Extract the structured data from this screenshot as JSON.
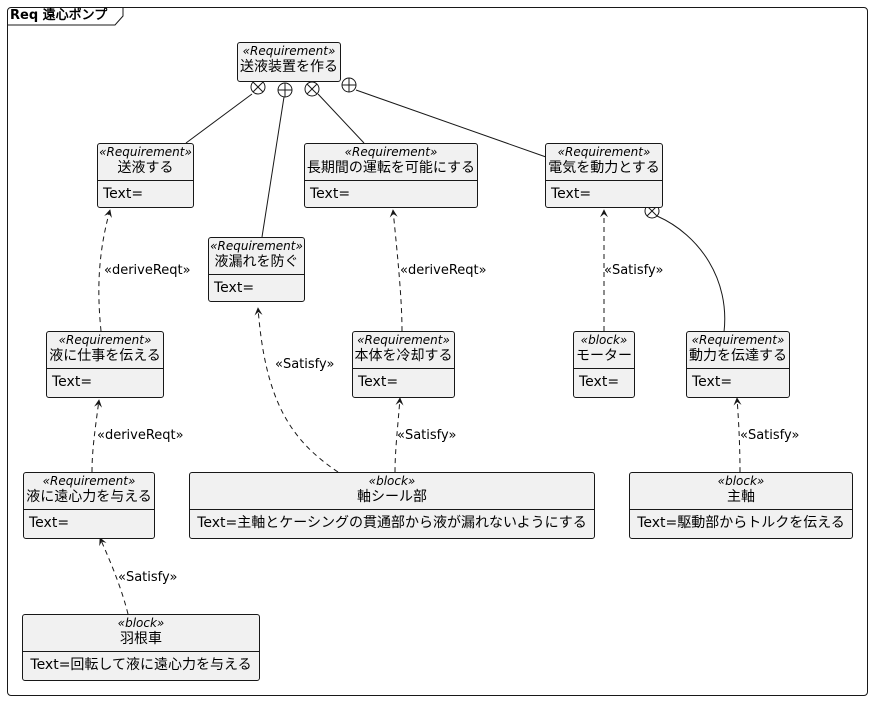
{
  "frame": {
    "title": "Req 遠心ポンプ"
  },
  "nodes": {
    "make_device": {
      "stereotype": "«Requirement»",
      "name": "送液装置を作る",
      "text": ""
    },
    "send_liquid": {
      "stereotype": "«Requirement»",
      "name": "送液する",
      "text": "Text="
    },
    "prevent_leak": {
      "stereotype": "«Requirement»",
      "name": "液漏れを防ぐ",
      "text": "Text="
    },
    "long_run": {
      "stereotype": "«Requirement»",
      "name": "長期間の運転を可能にする",
      "text": "Text="
    },
    "electric": {
      "stereotype": "«Requirement»",
      "name": "電気を動力とする",
      "text": "Text="
    },
    "work_liquid": {
      "stereotype": "«Requirement»",
      "name": "液に仕事を伝える",
      "text": "Text="
    },
    "cool_body": {
      "stereotype": "«Requirement»",
      "name": "本体を冷却する",
      "text": "Text="
    },
    "motor": {
      "stereotype": "«block»",
      "name": "モーター",
      "text": "Text="
    },
    "transmit": {
      "stereotype": "«Requirement»",
      "name": "動力を伝達する",
      "text": "Text="
    },
    "centrifugal": {
      "stereotype": "«Requirement»",
      "name": "液に遠心力を与える",
      "text": "Text="
    },
    "shaft_seal": {
      "stereotype": "«block»",
      "name": "軸シール部",
      "text": "Text=主軸とケーシングの貫通部から液が漏れないようにする"
    },
    "main_shaft": {
      "stereotype": "«block»",
      "name": "主軸",
      "text": "Text=駆動部からトルクを伝える"
    },
    "impeller": {
      "stereotype": "«block»",
      "name": "羽根車",
      "text": "Text=回転して液に遠心力を与える"
    }
  },
  "edge_labels": {
    "derive1": "«deriveReqt»",
    "derive2": "«deriveReqt»",
    "derive3": "«deriveReqt»",
    "satisfy_motor": "«Satisfy»",
    "satisfy_seal_leak": "«Satisfy»",
    "satisfy_seal_cool": "«Satisfy»",
    "satisfy_shaft": "«Satisfy»",
    "satisfy_impeller": "«Satisfy»"
  },
  "colors": {
    "node_fill": "#f1f1f1",
    "stroke": "#181818"
  }
}
